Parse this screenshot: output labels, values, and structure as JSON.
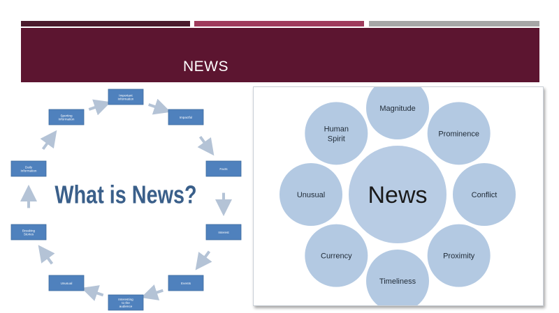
{
  "slide": {
    "title": "NEWS"
  },
  "left_diagram": {
    "center_text": "What is News?",
    "box_labels": [
      "Important information",
      "Impactful",
      "Facts",
      "Interest",
      "Events",
      "Interesting to the audience",
      "Unusual",
      "Breaking Stories",
      "Daily Information",
      "Sporting Information"
    ]
  },
  "right_diagram": {
    "center_label": "News",
    "petals": [
      "Magnitude",
      "Prominence",
      "Conflict",
      "Proximity",
      "Timeliness",
      "Currency",
      "Unusual",
      "Human Spirit"
    ]
  },
  "colors": {
    "title_band": "#5c1530",
    "bar_dark": "#4a1a2c",
    "bar_mid": "#9e3b5c",
    "bar_light": "#a6a6a6",
    "box_fill": "#4f81bd",
    "arrow": "#b4c3d6",
    "circle_fill": "#a9c1de",
    "center_fill": "#b8cce4"
  }
}
